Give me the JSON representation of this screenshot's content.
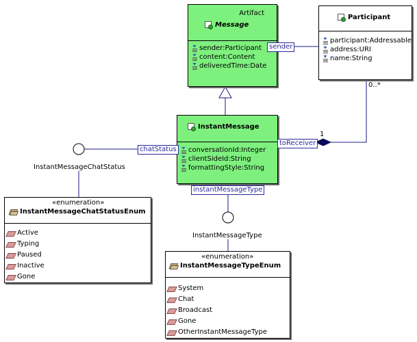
{
  "diagram": {
    "message": {
      "stereotype": "Artifact",
      "name": "Message",
      "attributes": [
        "sender:Participant",
        "content:Content",
        "deliveredTime:Date"
      ]
    },
    "participant": {
      "name": "Participant",
      "attributes": [
        "participant:Addressable",
        "address:URI",
        "name:String"
      ]
    },
    "instant_message": {
      "name": "InstantMessage",
      "attributes": [
        "conversationId:Integer",
        "clientSideId:String",
        "formattingStyle:String"
      ]
    },
    "chat_status_enum": {
      "stereotype": "«enumeration»",
      "name": "InstantMessageChatStatusEnum",
      "literals": [
        "Active",
        "Typing",
        "Paused",
        "Inactive",
        "Gone"
      ]
    },
    "type_enum": {
      "stereotype": "«enumeration»",
      "name": "InstantMessageTypeEnum",
      "literals": [
        "System",
        "Chat",
        "Broadcast",
        "Gone",
        "OtherInstantMessageType"
      ]
    },
    "connectors": {
      "sender_label": "sender",
      "to_receiver_label": "toReceiver",
      "chat_status_label": "chatStatus",
      "instant_message_type_label": "instantMessageType",
      "multiplicity_many": "0..*",
      "multiplicity_one": "1"
    },
    "interfaces": {
      "chat_status": "InstantMessageChatStatus",
      "message_type": "InstantMessageType"
    }
  }
}
